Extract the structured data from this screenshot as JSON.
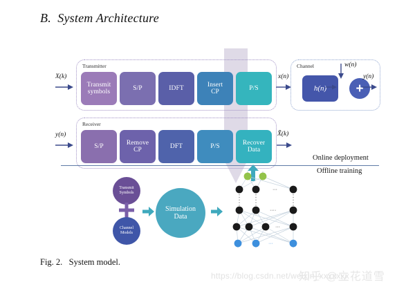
{
  "page": {
    "section_title": "B.  System Architecture",
    "caption": "Fig. 2.   System model."
  },
  "figure": {
    "transmitter": {
      "label": "Transmitter",
      "input_signal": "X(k)",
      "output_signal": "x(n)",
      "blocks": [
        {
          "label": "Transmit\nsymbols",
          "color": "#9b7bb8"
        },
        {
          "label": "S/P",
          "color": "#7b6fb0"
        },
        {
          "label": "IDFT",
          "color": "#5a5fa8"
        },
        {
          "label": "Insert\nCP",
          "color": "#3d82b8"
        },
        {
          "label": "P/S",
          "color": "#35b5bd"
        }
      ]
    },
    "receiver": {
      "label": "Receiver",
      "input_signal": "y(n)",
      "output_signal": "X̂(k)",
      "blocks": [
        {
          "label": "S/P",
          "color": "#8a6fae"
        },
        {
          "label": "Remove\nCP",
          "color": "#6d62ab"
        },
        {
          "label": "DFT",
          "color": "#4f63ab"
        },
        {
          "label": "P/S",
          "color": "#3f8cbe"
        },
        {
          "label": "Recover\nData",
          "color": "#34b2bf"
        }
      ]
    },
    "channel": {
      "label": "Channel",
      "impulse_response": "h(n)",
      "noise_signal": "w(n)",
      "input_signal": "x(n)",
      "output_signal": "y(n)",
      "adder_symbol": "+",
      "adder_color": "#4a5fb5",
      "box_color": "#4456aa"
    },
    "divider": {
      "online_label": "Online deployment",
      "offline_label": "Offline training",
      "line_color": "#5d7aa6"
    },
    "offline_training": {
      "transmit_symbols_label": "Transmit\nSymbols",
      "channel_models_label": "Channel\nModels",
      "simulation_data_label": "Simulation\nData",
      "plus_symbol": "+",
      "colors": {
        "transmit_symbols": "#6a4f96",
        "channel_models": "#3f56a8",
        "simulation_data": "#4aa8c0",
        "plus": "#7a5fa8",
        "arrow": "#3fa9bd"
      },
      "neural_network": {
        "input_node_color": "#3d8fdd",
        "hidden_node_color": "#1a1a1a",
        "output_node_color": "#93c34a",
        "edge_color": "#b9c9d8",
        "ellipsis": "⋯"
      }
    },
    "flow_arrow_color": "#d8d4e4"
  },
  "watermarks": {
    "csdn": "https://blog.csdn.net/weixin_xxxxxxx",
    "zhihu": "知乎 @立花道雪"
  }
}
